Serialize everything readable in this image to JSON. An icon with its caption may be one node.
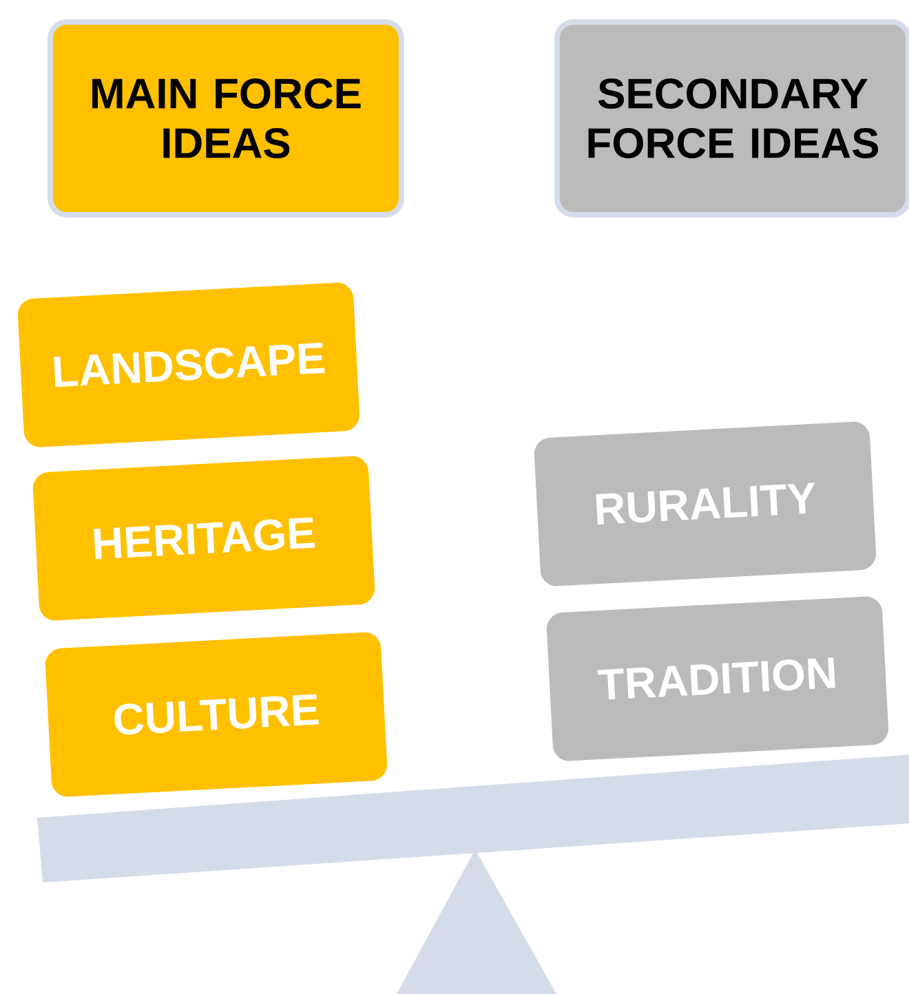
{
  "diagram": {
    "nodes": [
      {
        "text": [
          "MAIN FORCE IDEAS"
        ]
      },
      {
        "text": [
          "SECONDARY FORCE IDEAS"
        ]
      },
      {
        "text": [
          "LANDSCAPE"
        ]
      },
      {
        "text": [
          "HERITAGE"
        ]
      },
      {
        "text": [
          "CULTURE"
        ]
      },
      {
        "text": [
          "RURALITY"
        ]
      },
      {
        "text": [
          "TRADITION"
        ]
      }
    ]
  }
}
